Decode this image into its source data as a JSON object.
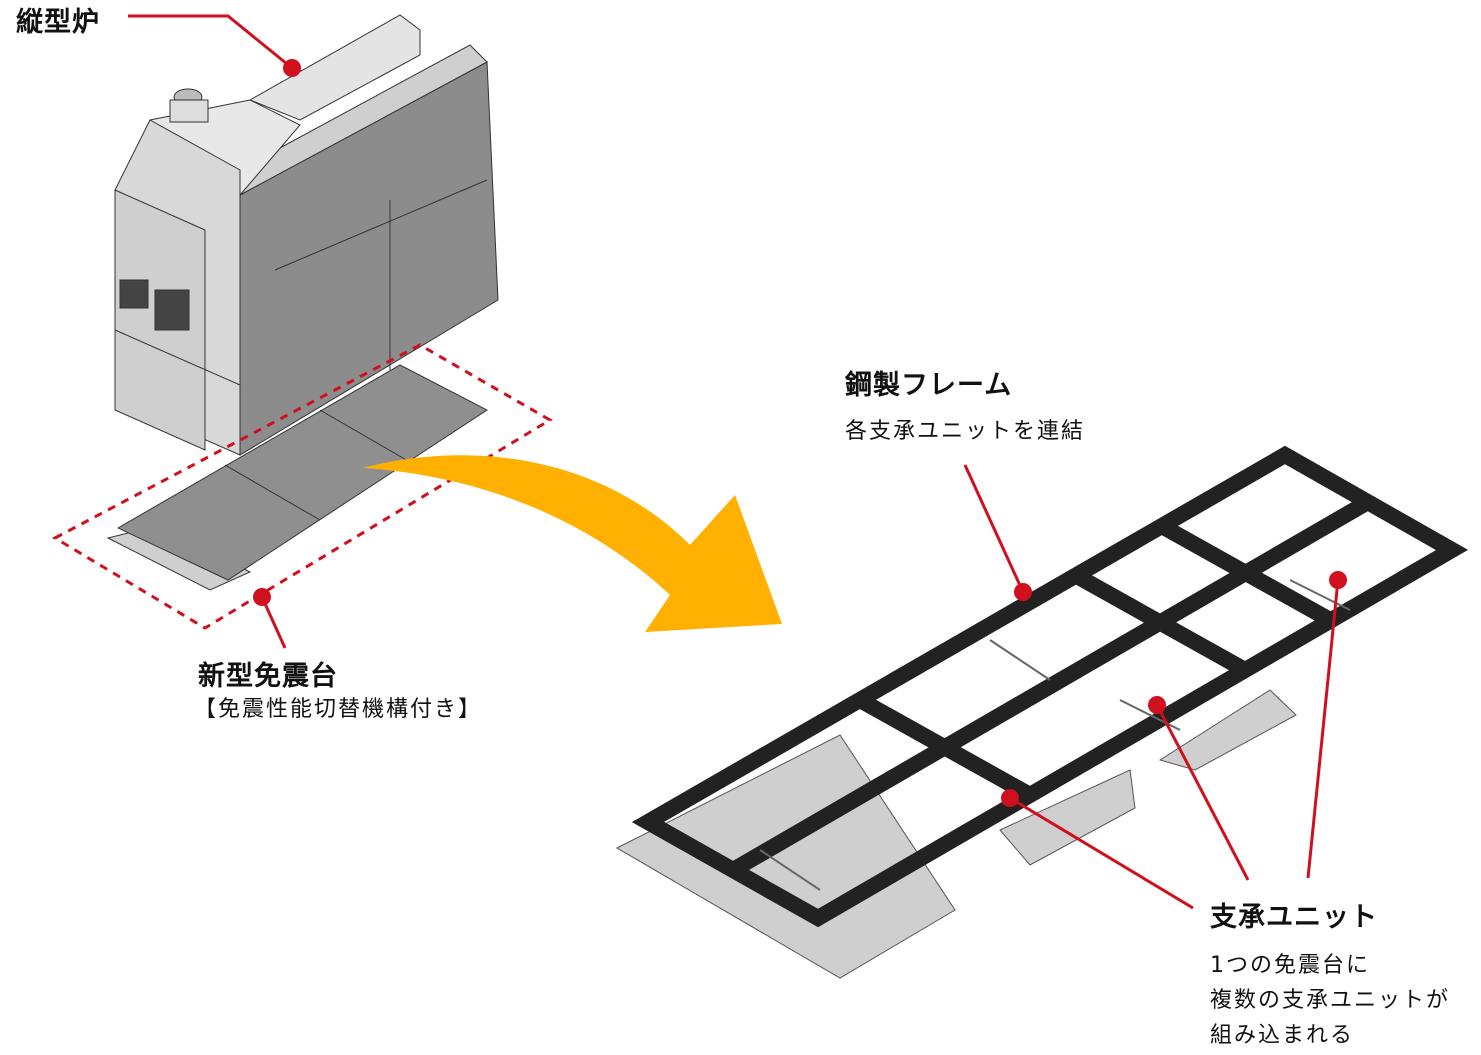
{
  "labels": {
    "furnace": "縦型炉",
    "isolator_title": "新型免震台",
    "isolator_sub": "【免震性能切替機構付き】",
    "frame_title": "鋼製フレーム",
    "frame_sub": "各支承ユニットを連結",
    "bearing_title": "支承ユニット",
    "bearing_lines": [
      "1つの免震台に",
      "複数の支承ユニットが",
      "組み込まれる"
    ]
  },
  "colors": {
    "leader": "#d0101e",
    "arrow": "#ffb000",
    "frame": "#222222",
    "furnace_dark": "#8a8a8a",
    "furnace_light": "#e2e2e2"
  }
}
